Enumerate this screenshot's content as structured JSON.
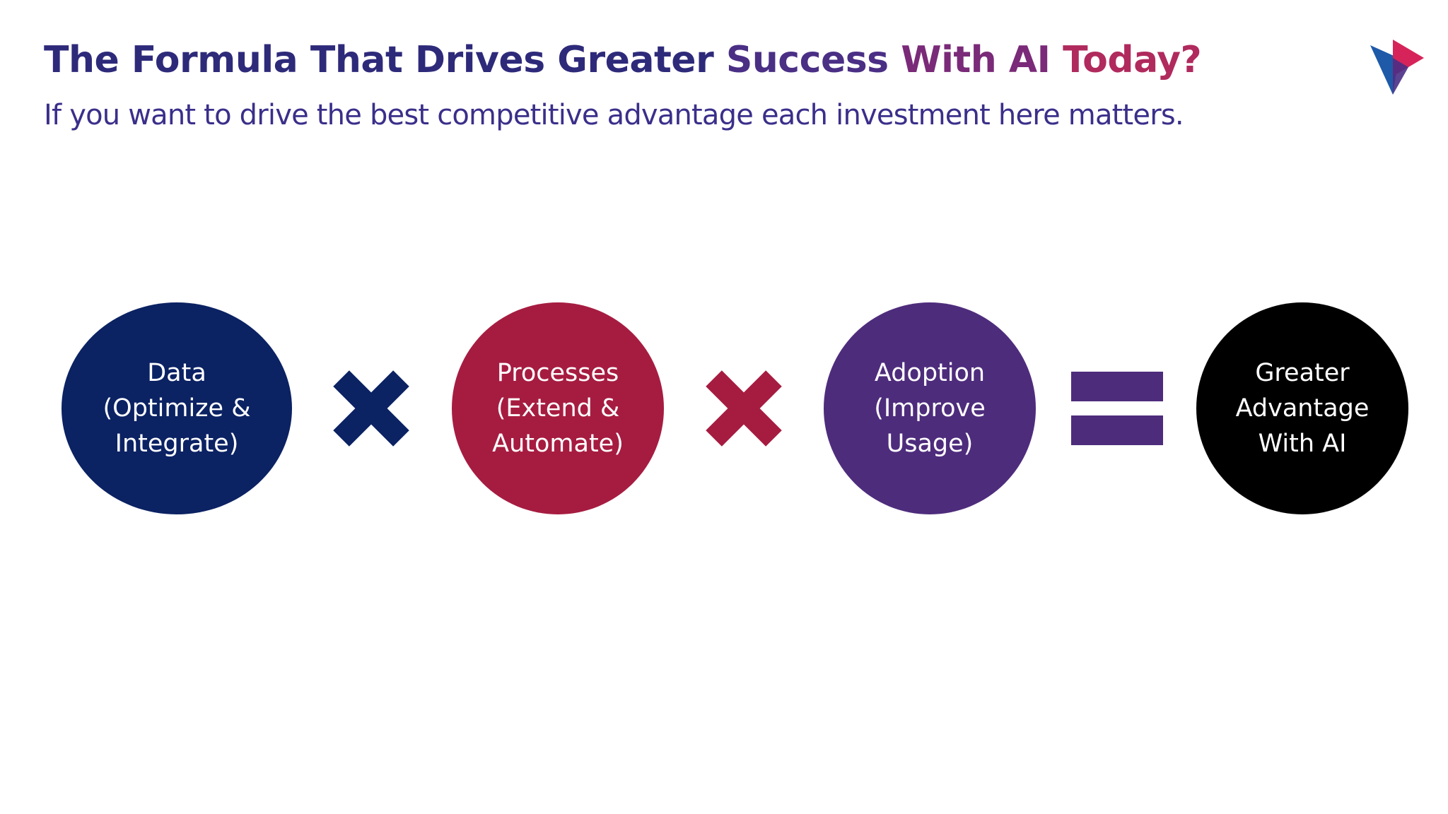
{
  "slide": {
    "title_segments": [
      {
        "text": "The Formula That Drives Greater ",
        "color": "#2e2a7a"
      },
      {
        "text": "Success ",
        "color": "#4a2f85"
      },
      {
        "text": "With AI ",
        "color": "#7a2a78"
      },
      {
        "text": "Today?",
        "color": "#b02a5e"
      }
    ],
    "subtitle": "If you want to drive the best competitive advantage each investment here matters."
  },
  "logo": {
    "icon": "play-triangle-logo",
    "colors": [
      "#1e5aa8",
      "#d6245a",
      "#4a2f85"
    ]
  },
  "formula": {
    "nodes": [
      {
        "label": "Data\n(Optimize &\nIntegrate)",
        "color": "#0b2263"
      },
      {
        "label": "Processes\n(Extend &\nAutomate)",
        "color": "#a61c40"
      },
      {
        "label": "Adoption\n(Improve\nUsage)",
        "color": "#4e2c7c"
      },
      {
        "label": "Greater\nAdvantage\nWith AI",
        "color": "#000000"
      }
    ],
    "operators": [
      {
        "icon": "multiply-icon",
        "color": "#0b2263"
      },
      {
        "icon": "multiply-icon",
        "color": "#a61c40"
      },
      {
        "icon": "equals-icon",
        "color": "#4e2c7c"
      }
    ]
  }
}
